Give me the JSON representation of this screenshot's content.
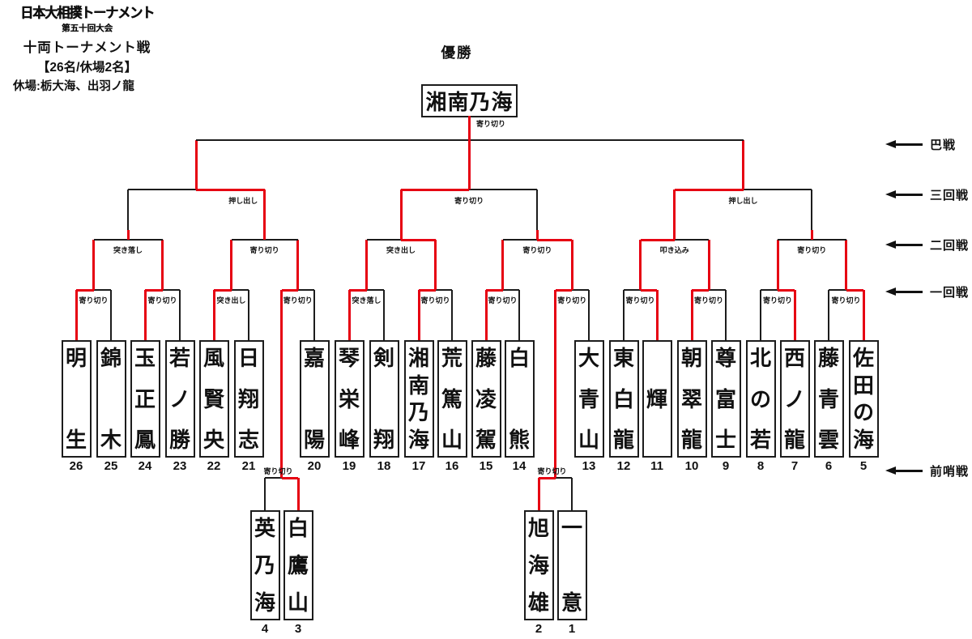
{
  "title_block": {
    "logo_line1": "日本大相撲トーナメント",
    "logo_line2": "第五十回大会",
    "division": "十両トーナメント戦",
    "entrants": "【26名/休場2名】",
    "absent": "休場:栃大海、出羽ノ龍"
  },
  "champion": {
    "label": "優勝",
    "name": "湘南乃海",
    "kimarite": "寄り切り"
  },
  "round_labels": [
    "巴戦",
    "三回戦",
    "二回戦",
    "一回戦",
    "前哨戦"
  ],
  "players": [
    {
      "name": "明生",
      "number": 26,
      "won_first": true
    },
    {
      "name": "錦木",
      "number": 25,
      "won_first": false
    },
    {
      "name": "玉正鳳",
      "number": 24,
      "won_first": true
    },
    {
      "name": "若ノ勝",
      "number": 23,
      "won_first": false
    },
    {
      "name": "風賢央",
      "number": 22,
      "won_first": true
    },
    {
      "name": "日翔志",
      "number": 21,
      "won_first": false
    },
    {
      "name": "嘉陽",
      "number": 20,
      "won_first": false
    },
    {
      "name": "琴栄峰",
      "number": 19,
      "won_first": true
    },
    {
      "name": "剣翔",
      "number": 18,
      "won_first": false
    },
    {
      "name": "湘南乃海",
      "number": 17,
      "won_first": true
    },
    {
      "name": "荒篤山",
      "number": 16,
      "won_first": false
    },
    {
      "name": "藤凌駕",
      "number": 15,
      "won_first": true
    },
    {
      "name": "白熊",
      "number": 14,
      "won_first": false
    },
    {
      "name": "大青山",
      "number": 13,
      "won_first": false
    },
    {
      "name": "東白龍",
      "number": 12,
      "won_first": false
    },
    {
      "name": "輝",
      "number": 11,
      "won_first": true
    },
    {
      "name": "朝翠龍",
      "number": 10,
      "won_first": true
    },
    {
      "name": "尊富士",
      "number": 9,
      "won_first": false
    },
    {
      "name": "北の若",
      "number": 8,
      "won_first": false
    },
    {
      "name": "西ノ龍",
      "number": 7,
      "won_first": true
    },
    {
      "name": "藤青雲",
      "number": 6,
      "won_first": false
    },
    {
      "name": "佐田の海",
      "number": 5,
      "won_first": true
    }
  ],
  "prelim_players": [
    {
      "name": "英乃海",
      "number": 4,
      "won": false
    },
    {
      "name": "白鷹山",
      "number": 3,
      "won": true
    },
    {
      "name": "旭海雄",
      "number": 2,
      "won": true
    },
    {
      "name": "一意",
      "number": 1,
      "won": false
    }
  ],
  "prelim_matches": [
    {
      "kimarite": "寄り切り",
      "red_side": "right"
    },
    {
      "kimarite": "寄り切り",
      "red_side": "left"
    }
  ],
  "first_round": [
    {
      "kimarite": "寄り切り",
      "red_side": "left"
    },
    {
      "kimarite": "寄り切り",
      "red_side": "left"
    },
    {
      "kimarite": "突き出し",
      "red_side": "left"
    },
    {
      "kimarite": "寄り切り",
      "red_side": "left"
    },
    {
      "kimarite": "突き落し",
      "red_side": "left"
    },
    {
      "kimarite": "寄り切り",
      "red_side": "left"
    },
    {
      "kimarite": "寄り切り",
      "red_side": "left"
    },
    {
      "kimarite": "寄り切り",
      "red_side": "left"
    },
    {
      "kimarite": "寄り切り",
      "red_side": "right"
    },
    {
      "kimarite": "寄り切り",
      "red_side": "left"
    },
    {
      "kimarite": "寄り切り",
      "red_side": "right"
    },
    {
      "kimarite": "寄り切り",
      "red_side": "right"
    }
  ],
  "second_round": [
    {
      "kimarite": "突き落し",
      "red_side": "none",
      "advance_red": false
    },
    {
      "kimarite": "寄り切り",
      "red_side": "none",
      "advance_red": true
    },
    {
      "kimarite": "突き出し",
      "red_side": "right",
      "advance_red": true
    },
    {
      "kimarite": "寄り切り",
      "red_side": "right",
      "advance_red": false
    },
    {
      "kimarite": "叩き込み",
      "red_side": "left",
      "advance_red": true
    },
    {
      "kimarite": "寄り切り",
      "red_side": "none",
      "advance_red": false
    }
  ],
  "third_round": [
    {
      "kimarite": "押し出し",
      "red_side": "right"
    },
    {
      "kimarite": "寄り切り",
      "red_side": "left"
    },
    {
      "kimarite": "押し出し",
      "red_side": "left"
    }
  ],
  "colors": {
    "red": "#e60012",
    "line": "#1c1c1c"
  }
}
